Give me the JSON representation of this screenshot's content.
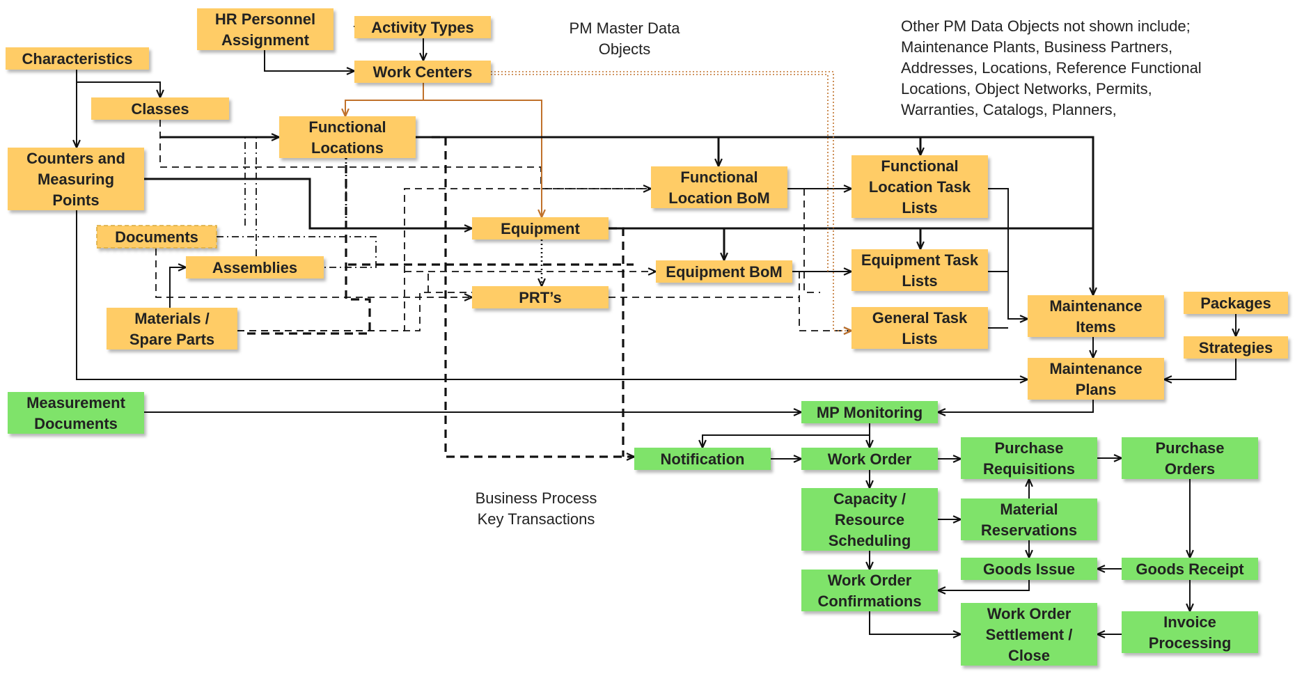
{
  "title": [
    "PM Master Data",
    "Objects"
  ],
  "note": [
    "Other PM Data Objects not shown  include;",
    "Maintenance Plants, Business Partners,",
    "Addresses, Locations, Reference Functional",
    "Locations, Object Networks, Permits,",
    "Warranties, Catalogs, Planners,"
  ],
  "process_label": [
    "Business Process",
    "Key Transactions"
  ],
  "colors": {
    "master_data_fill": "#FFCC66",
    "transaction_fill": "#7FE36A",
    "line": "#111111",
    "work_center_link": "#C0712A"
  },
  "nodes": [
    {
      "id": "hr-personnel-assignment",
      "lines": [
        "HR Personnel",
        "Assignment"
      ],
      "type": "master"
    },
    {
      "id": "activity-types",
      "lines": [
        "Activity Types"
      ],
      "type": "master"
    },
    {
      "id": "characteristics",
      "lines": [
        "Characteristics"
      ],
      "type": "master"
    },
    {
      "id": "work-centers",
      "lines": [
        "Work Centers"
      ],
      "type": "master"
    },
    {
      "id": "classes",
      "lines": [
        "Classes"
      ],
      "type": "master"
    },
    {
      "id": "functional-locations",
      "lines": [
        "Functional",
        "Locations"
      ],
      "type": "master"
    },
    {
      "id": "counters-measuring-points",
      "lines": [
        "Counters and",
        "Measuring",
        "Points"
      ],
      "type": "master"
    },
    {
      "id": "functional-location-bom",
      "lines": [
        "Functional",
        "Location BoM"
      ],
      "type": "master"
    },
    {
      "id": "functional-location-task-lists",
      "lines": [
        "Functional",
        "Location Task",
        "Lists"
      ],
      "type": "master"
    },
    {
      "id": "documents",
      "lines": [
        "Documents"
      ],
      "type": "master"
    },
    {
      "id": "equipment",
      "lines": [
        "Equipment"
      ],
      "type": "master"
    },
    {
      "id": "assemblies",
      "lines": [
        "Assemblies"
      ],
      "type": "master"
    },
    {
      "id": "equipment-bom",
      "lines": [
        "Equipment BoM"
      ],
      "type": "master"
    },
    {
      "id": "equipment-task-lists",
      "lines": [
        "Equipment Task",
        "Lists"
      ],
      "type": "master"
    },
    {
      "id": "prts",
      "lines": [
        "PRT’s"
      ],
      "type": "master"
    },
    {
      "id": "materials-spare-parts",
      "lines": [
        "Materials /",
        "Spare Parts"
      ],
      "type": "master"
    },
    {
      "id": "general-task-lists",
      "lines": [
        "General Task",
        "Lists"
      ],
      "type": "master"
    },
    {
      "id": "maintenance-items",
      "lines": [
        "Maintenance",
        "Items"
      ],
      "type": "master"
    },
    {
      "id": "packages",
      "lines": [
        "Packages"
      ],
      "type": "master"
    },
    {
      "id": "strategies",
      "lines": [
        "Strategies"
      ],
      "type": "master"
    },
    {
      "id": "maintenance-plans",
      "lines": [
        "Maintenance",
        "Plans"
      ],
      "type": "master"
    },
    {
      "id": "measurement-documents",
      "lines": [
        "Measurement",
        "Documents"
      ],
      "type": "transaction"
    },
    {
      "id": "mp-monitoring",
      "lines": [
        "MP Monitoring"
      ],
      "type": "transaction"
    },
    {
      "id": "notification",
      "lines": [
        "Notification"
      ],
      "type": "transaction"
    },
    {
      "id": "work-order",
      "lines": [
        "Work Order"
      ],
      "type": "transaction"
    },
    {
      "id": "purchase-requisitions",
      "lines": [
        "Purchase",
        "Requisitions"
      ],
      "type": "transaction"
    },
    {
      "id": "purchase-orders",
      "lines": [
        "Purchase",
        "Orders"
      ],
      "type": "transaction"
    },
    {
      "id": "capacity-resource-scheduling",
      "lines": [
        "Capacity /",
        "Resource",
        "Scheduling"
      ],
      "type": "transaction"
    },
    {
      "id": "material-reservations",
      "lines": [
        "Material",
        "Reservations"
      ],
      "type": "transaction"
    },
    {
      "id": "goods-issue",
      "lines": [
        "Goods Issue"
      ],
      "type": "transaction"
    },
    {
      "id": "goods-receipt",
      "lines": [
        "Goods Receipt"
      ],
      "type": "transaction"
    },
    {
      "id": "work-order-confirmations",
      "lines": [
        "Work Order",
        "Confirmations"
      ],
      "type": "transaction"
    },
    {
      "id": "work-order-settlement-close",
      "lines": [
        "Work Order",
        "Settlement /",
        "Close"
      ],
      "type": "transaction"
    },
    {
      "id": "invoice-processing",
      "lines": [
        "Invoice",
        "Processing"
      ],
      "type": "transaction"
    }
  ]
}
